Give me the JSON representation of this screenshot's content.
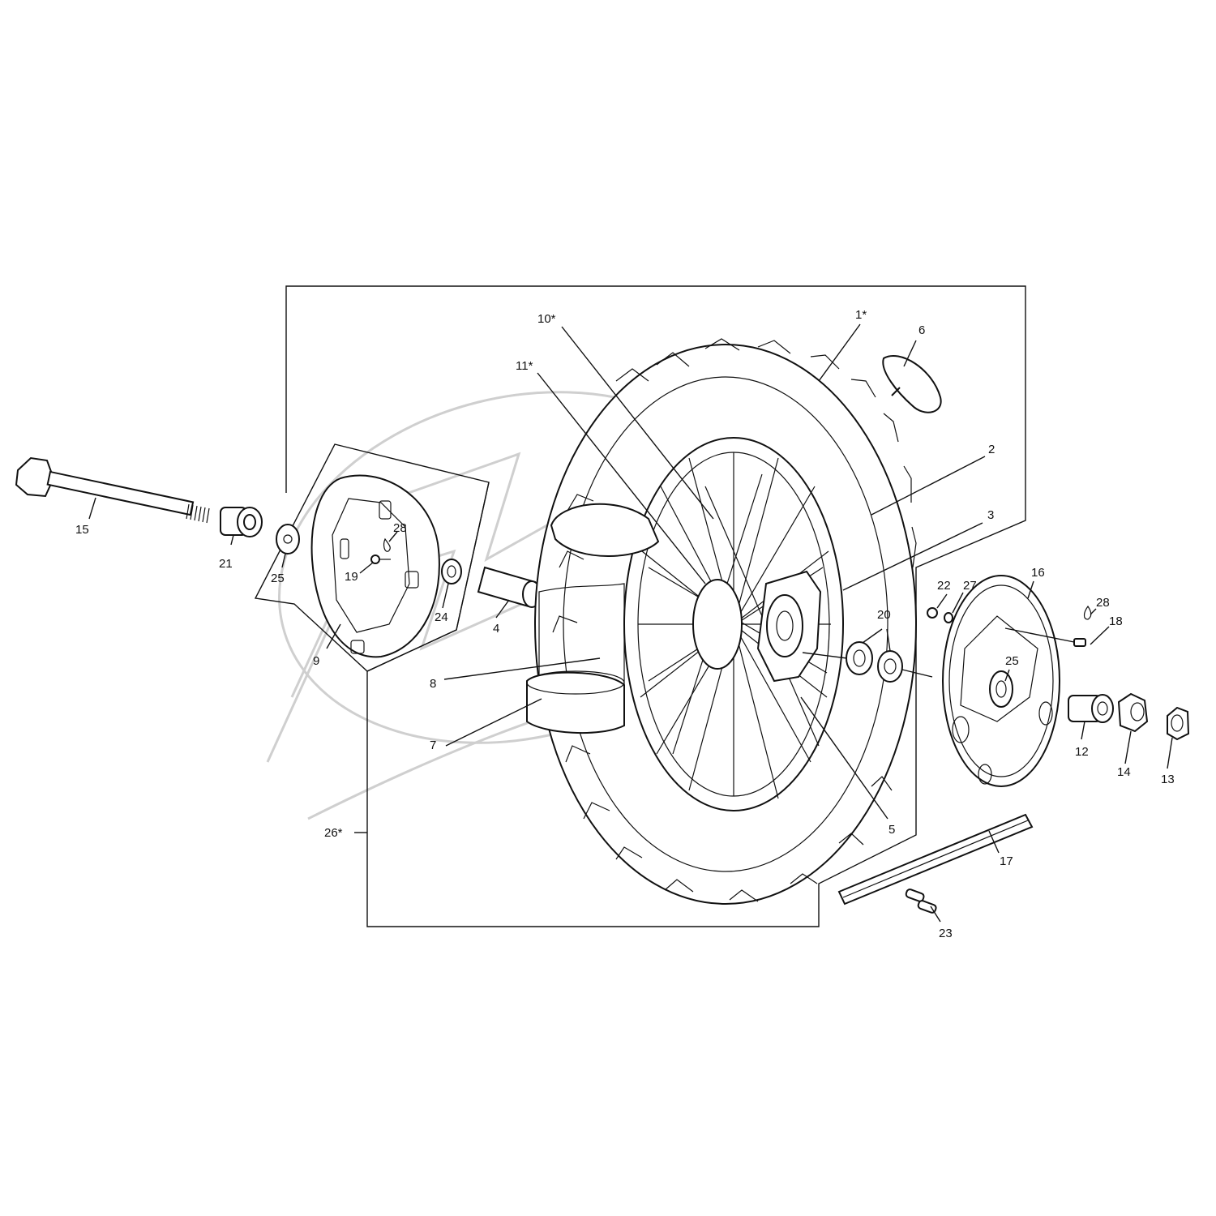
{
  "diagram": {
    "colors": {
      "line": "#111111",
      "watermark": "#cfcfcf",
      "background": "#ffffff"
    },
    "callouts": {
      "c1": "1*",
      "c2": "2",
      "c3": "3",
      "c4": "4",
      "c5": "5",
      "c6": "6",
      "c7": "7",
      "c8": "8",
      "c9": "9",
      "c10": "10*",
      "c11": "11*",
      "c12": "12",
      "c13": "13",
      "c14": "14",
      "c15": "15",
      "c16": "16",
      "c17": "17",
      "c18": "18",
      "c19": "19",
      "c20": "20",
      "c21": "21",
      "c22": "22",
      "c23": "23",
      "c24": "24",
      "c25a": "25",
      "c25b": "25",
      "c26": "26*",
      "c27": "27",
      "c28a": "28",
      "c28b": "28"
    }
  }
}
